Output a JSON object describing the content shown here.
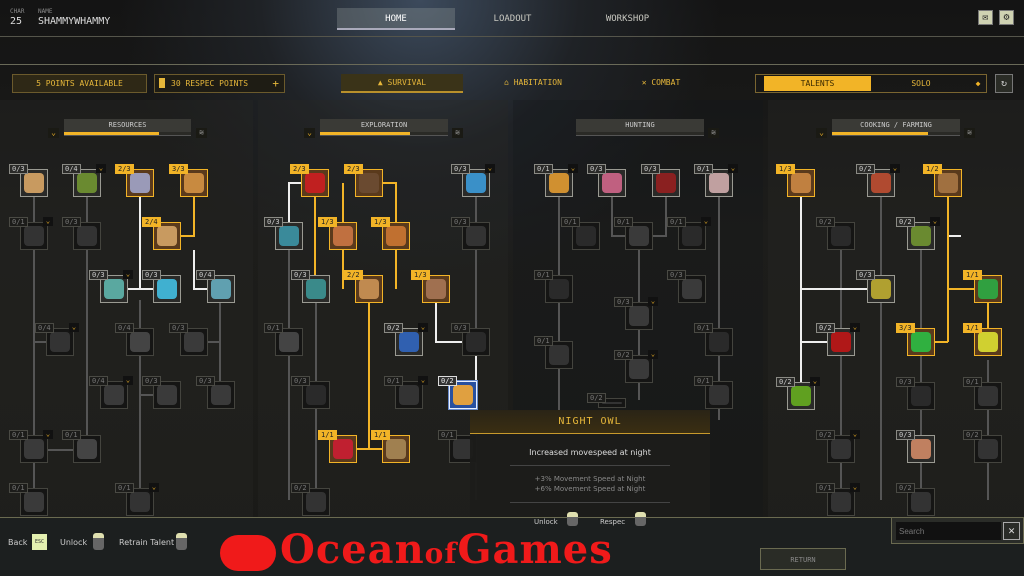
{
  "player": {
    "char_label": "CHAR",
    "char_level": "25",
    "name_label": "NAME",
    "name": "SHAMMYWHAMMY"
  },
  "nav": {
    "tabs": [
      "HOME",
      "LOADOUT",
      "WORKSHOP"
    ],
    "active": "HOME"
  },
  "toolbar": {
    "points": "5 POINTS AVAILABLE",
    "respec": "30 RESPEC POINTS",
    "respec_add": "+",
    "categories": [
      "SURVIVAL",
      "HABITATION",
      "COMBAT"
    ],
    "active_category": "SURVIVAL",
    "modes": [
      "TALENTS",
      "SOLO"
    ],
    "active_mode": "TALENTS"
  },
  "trees": [
    {
      "title": "RESOURCES",
      "progress": 0.75
    },
    {
      "title": "EXPLORATION",
      "progress": 0.7
    },
    {
      "title": "HUNTING",
      "progress": 0
    },
    {
      "title": "COOKING / FARMING",
      "progress": 0.75
    }
  ],
  "nodes": [
    {
      "count": "0/3",
      "state": "normal",
      "icon": "logs-icon",
      "color": "#c89a60"
    },
    {
      "count": "0/4",
      "state": "normal",
      "icon": "fiber-icon",
      "color": "#6a8a30"
    },
    {
      "count": "2/3",
      "state": "gold",
      "icon": "ore-icon",
      "color": "#9a9ab8"
    },
    {
      "count": "3/3",
      "state": "gold",
      "icon": "crate-icon",
      "color": "#c88a40"
    },
    {
      "count": "0/1",
      "state": "locked",
      "icon": "tools-icon",
      "color": "#333"
    },
    {
      "count": "0/3",
      "state": "locked",
      "icon": "sticks-icon",
      "color": "#333"
    },
    {
      "count": "2/4",
      "state": "gold",
      "icon": "bag-icon",
      "color": "#c89a60"
    },
    {
      "count": "0/3",
      "state": "normal",
      "icon": "potion-icon",
      "color": "#5aa8a0"
    },
    {
      "count": "0/3",
      "state": "normal",
      "icon": "crystal-icon",
      "color": "#40b0d0"
    },
    {
      "count": "0/4",
      "state": "normal",
      "icon": "crystal-crate-icon",
      "color": "#60a0b0"
    },
    {
      "count": "0/4",
      "state": "locked",
      "icon": "log-icon",
      "color": "#333"
    },
    {
      "count": "0/4",
      "state": "locked",
      "icon": "stone-icon",
      "color": "#444"
    },
    {
      "count": "0/3",
      "state": "locked",
      "icon": "block-icon",
      "color": "#3a3a3a"
    },
    {
      "count": "0/4",
      "state": "locked",
      "icon": "ingot-icon",
      "color": "#3a3a3a"
    },
    {
      "count": "0/3",
      "state": "locked",
      "icon": "anvil-icon",
      "color": "#3a3a3a"
    },
    {
      "count": "0/3",
      "state": "locked",
      "icon": "rock-icon",
      "color": "#3a3a3a"
    },
    {
      "count": "0/1",
      "state": "locked",
      "icon": "planks-icon",
      "color": "#3a3a3a"
    },
    {
      "count": "0/1",
      "state": "locked",
      "icon": "hide-icon",
      "color": "#444"
    },
    {
      "count": "0/1",
      "state": "locked",
      "icon": "bricks-icon",
      "color": "#3a3a3a"
    },
    {
      "count": "0/1",
      "state": "locked",
      "icon": "pickaxe-icon",
      "color": "#333"
    },
    {
      "count": "2/3",
      "state": "gold",
      "icon": "backpack-icon",
      "color": "#c02020"
    },
    {
      "count": "2/3",
      "state": "gold",
      "icon": "boot-icon",
      "color": "#6a4a30"
    },
    {
      "count": "0/3",
      "state": "normal",
      "icon": "water-icon",
      "color": "#3a90c8"
    },
    {
      "count": "0/3",
      "state": "normal",
      "icon": "mist-icon",
      "color": "#3a8a9a"
    },
    {
      "count": "1/3",
      "state": "gold",
      "icon": "food-icon",
      "color": "#c07040"
    },
    {
      "count": "1/3",
      "state": "gold",
      "icon": "muscle-icon",
      "color": "#c07030"
    },
    {
      "count": "0/3",
      "state": "locked",
      "icon": "tornado-icon",
      "color": "#333"
    },
    {
      "count": "0/3",
      "state": "normal",
      "icon": "body-icon",
      "color": "#3a8a8a"
    },
    {
      "count": "2/2",
      "state": "gold",
      "icon": "pouch-icon",
      "color": "#c08a50"
    },
    {
      "count": "1/3",
      "state": "gold",
      "icon": "sack-icon",
      "color": "#a07050"
    },
    {
      "count": "0/1",
      "state": "locked",
      "icon": "skull-icon",
      "color": "#444"
    },
    {
      "count": "0/2",
      "state": "normal",
      "icon": "wave-icon",
      "color": "#3060b0"
    },
    {
      "count": "0/3",
      "state": "locked",
      "icon": "shadow-icon",
      "color": "#2a2a2a"
    },
    {
      "count": "0/3",
      "state": "locked",
      "icon": "claw-icon",
      "color": "#2a2a2a"
    },
    {
      "count": "0/1",
      "state": "locked",
      "icon": "head-icon",
      "color": "#333"
    },
    {
      "count": "0/2",
      "state": "selected",
      "icon": "eye-icon",
      "color": "#e0a040"
    },
    {
      "count": "1/1",
      "state": "gold",
      "icon": "heart-icon",
      "color": "#c02030"
    },
    {
      "count": "1/1",
      "state": "gold",
      "icon": "hourglass-icon",
      "color": "#a08050"
    },
    {
      "count": "0/1",
      "state": "locked",
      "icon": "gear-icon",
      "color": "#333"
    },
    {
      "count": "0/2",
      "state": "locked",
      "icon": "fist-icon",
      "color": "#333"
    },
    {
      "count": "0/1",
      "state": "normal",
      "icon": "star-icon",
      "color": "#d09030"
    },
    {
      "count": "0/3",
      "state": "normal",
      "icon": "poison-icon",
      "color": "#c06080"
    },
    {
      "count": "0/3",
      "state": "normal",
      "icon": "cloth-icon",
      "color": "#8a2020"
    },
    {
      "count": "0/1",
      "state": "normal",
      "icon": "bird-icon",
      "color": "#c0a0a0"
    },
    {
      "count": "0/1",
      "state": "locked",
      "icon": "hood-icon",
      "color": "#2a2a2a"
    },
    {
      "count": "0/1",
      "state": "locked",
      "icon": "pelt-icon",
      "color": "#3a3a3a"
    },
    {
      "count": "0/1",
      "state": "locked",
      "icon": "rune-icon",
      "color": "#2a2a2a"
    },
    {
      "count": "0/1",
      "state": "locked",
      "icon": "drop-icon",
      "color": "#2a2a2a"
    },
    {
      "count": "0/3",
      "state": "locked",
      "icon": "paw-icon",
      "color": "#3a3a3a"
    },
    {
      "count": "0/3",
      "state": "locked",
      "icon": "knife-icon",
      "color": "#3a3a3a"
    },
    {
      "count": "0/1",
      "state": "locked",
      "icon": "horn-icon",
      "color": "#2a2a2a"
    },
    {
      "count": "0/1",
      "state": "locked",
      "icon": "rabbit-icon",
      "color": "#333"
    },
    {
      "count": "0/2",
      "state": "locked",
      "icon": "leather-icon",
      "color": "#3a3a3a"
    },
    {
      "count": "0/1",
      "state": "locked",
      "icon": "book-icon",
      "color": "#333"
    },
    {
      "count": "1/3",
      "state": "gold",
      "icon": "salad-icon",
      "color": "#c08040"
    },
    {
      "count": "0/2",
      "state": "normal",
      "icon": "stomach-icon",
      "color": "#b04a30"
    },
    {
      "count": "1/2",
      "state": "gold",
      "icon": "planter-icon",
      "color": "#a07040"
    },
    {
      "count": "0/2",
      "state": "locked",
      "icon": "smoke-icon",
      "color": "#2a2a2a"
    },
    {
      "count": "0/2",
      "state": "normal",
      "icon": "bush-icon",
      "color": "#6a8a30"
    },
    {
      "count": "0/3",
      "state": "normal",
      "icon": "bowl-icon",
      "color": "#b0a030"
    },
    {
      "count": "1/1",
      "state": "gold",
      "icon": "acid-icon",
      "color": "#30a040"
    },
    {
      "count": "0/2",
      "state": "normal",
      "icon": "blood-icon",
      "color": "#b01818"
    },
    {
      "count": "3/3",
      "state": "gold",
      "icon": "bolt-icon",
      "color": "#30b040"
    },
    {
      "count": "1/1",
      "state": "gold",
      "icon": "glow-icon",
      "color": "#d0d030"
    },
    {
      "count": "0/2",
      "state": "normal",
      "icon": "green-heart-icon",
      "color": "#60a020"
    },
    {
      "count": "0/3",
      "state": "locked",
      "icon": "dark-icon",
      "color": "#2a2a2a"
    },
    {
      "count": "0/1",
      "state": "locked",
      "icon": "knife-dark-icon",
      "color": "#333"
    },
    {
      "count": "0/2",
      "state": "locked",
      "icon": "fish-icon",
      "color": "#333"
    },
    {
      "count": "0/3",
      "state": "normal",
      "icon": "hand-icon",
      "color": "#c08060"
    },
    {
      "count": "0/2",
      "state": "locked",
      "icon": "plant-icon",
      "color": "#333"
    },
    {
      "count": "0/1",
      "state": "locked",
      "icon": "turtle-icon",
      "color": "#333"
    },
    {
      "count": "0/2",
      "state": "locked",
      "icon": "leaf-icon",
      "color": "#333"
    },
    {
      "count": "0/2",
      "state": "locked",
      "icon": "trap-icon",
      "color": "#333"
    }
  ],
  "tooltip": {
    "title": "NIGHT OWL",
    "description": "Increased movespeed at night",
    "effects": [
      "+3% Movement Speed at Night",
      "+6% Movement Speed at Night"
    ],
    "unlock": "Unlock",
    "respec": "Respec"
  },
  "return_label": "RETURN",
  "footer": {
    "back": "Back",
    "esc": "ESC",
    "unlock": "Unlock",
    "retrain": "Retrain Talent"
  },
  "search": {
    "placeholder": "Search",
    "clear": "✕"
  },
  "watermark": {
    "text1": "Ocean",
    "text2": "of",
    "text3": "Games"
  },
  "colors": {
    "accent": "#f2b427",
    "background": "#1b1b19"
  }
}
